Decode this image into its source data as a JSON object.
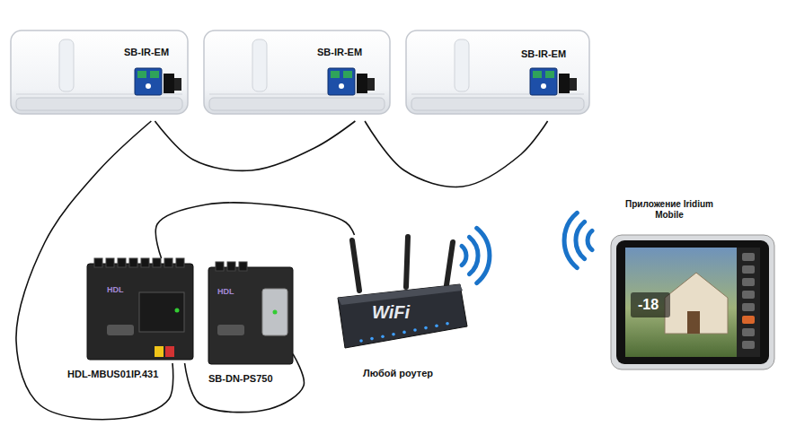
{
  "diagram": {
    "nodes": [
      {
        "text": [
          "SB-IR-EM"
        ]
      },
      {
        "text": [
          "SB-IR-EM"
        ]
      },
      {
        "text": [
          "SB-IR-EM"
        ]
      },
      {
        "text": [
          "HDL",
          "HDL-MBUS01IP.431"
        ]
      },
      {
        "text": [
          "HDL",
          "SB-DN-PS750"
        ]
      },
      {
        "text": [
          "WiFi",
          "Любой роутер"
        ]
      },
      {
        "text": [
          "Приложение Iridium Mobile",
          "-18"
        ]
      }
    ],
    "edges": [
      {
        "from": 0,
        "to": 1,
        "arrow": "none"
      },
      {
        "from": 1,
        "to": 2,
        "arrow": "none"
      },
      {
        "from": 0,
        "to": 3,
        "arrow": "none"
      },
      {
        "from": 3,
        "to": 4,
        "arrow": "none"
      },
      {
        "from": 3,
        "to": 5,
        "arrow": "none"
      }
    ]
  }
}
